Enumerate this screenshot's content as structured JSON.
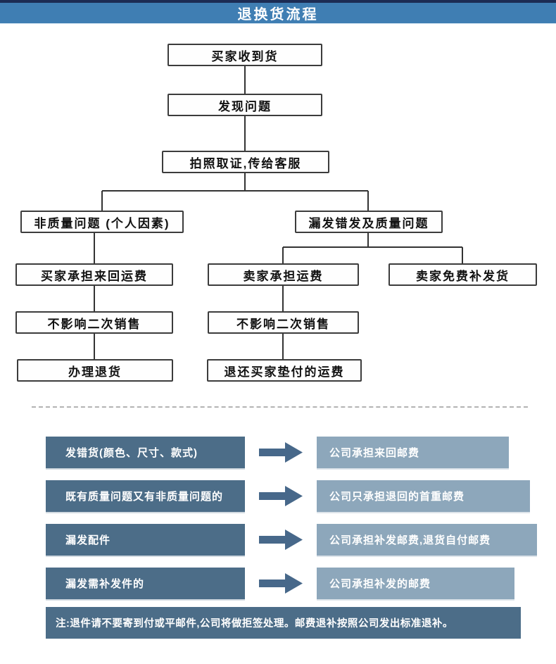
{
  "header": {
    "title": "退换货流程"
  },
  "flowchart": {
    "nodes": [
      {
        "id": "buyer-receives",
        "label": "买家收到货"
      },
      {
        "id": "problem-found",
        "label": "发现问题"
      },
      {
        "id": "photo-evidence",
        "label": "拍照取证,传给客服"
      },
      {
        "id": "non-quality-issue",
        "label": "非质量问题 (个人因素)"
      },
      {
        "id": "quality-issue",
        "label": "漏发错发及质量问题"
      },
      {
        "id": "buyer-pays-shipping",
        "label": "买家承担来回运费"
      },
      {
        "id": "seller-pays-shipping",
        "label": "卖家承担运费"
      },
      {
        "id": "free-reshipment",
        "label": "卖家免费补发货"
      },
      {
        "id": "no-resale-impact-left",
        "label": "不影响二次销售"
      },
      {
        "id": "no-resale-impact-right",
        "label": "不影响二次销售"
      },
      {
        "id": "process-return",
        "label": "办理退货"
      },
      {
        "id": "refund-advanced-fee",
        "label": "退还买家垫付的运费"
      }
    ]
  },
  "policy_rows": [
    {
      "condition": "发错货(颜色、尺寸、款式)",
      "outcome": "公司承担来回邮费"
    },
    {
      "condition": "既有质量问题又有非质量问题的",
      "outcome": "公司只承担退回的首重邮费"
    },
    {
      "condition": "漏发配件",
      "outcome": "公司承担补发邮费,退货自付邮费"
    },
    {
      "condition": "漏发需补发件的",
      "outcome": "公司承担补发的邮费"
    }
  ],
  "note": "注:退件请不要寄到付或平邮件,公司将做拒签处理。邮费退补按照公司发出标准退补。",
  "colors": {
    "header_bar": "#3f7eb3",
    "header_top_strip": "#1c2c54",
    "flow_box_border": "#3c3c3c",
    "connector_line": "#333333",
    "dark_box": "#4c6d88",
    "light_box": "#8da7bb",
    "arrow": "#47688a",
    "divider_dash": "#b3b3b3"
  }
}
